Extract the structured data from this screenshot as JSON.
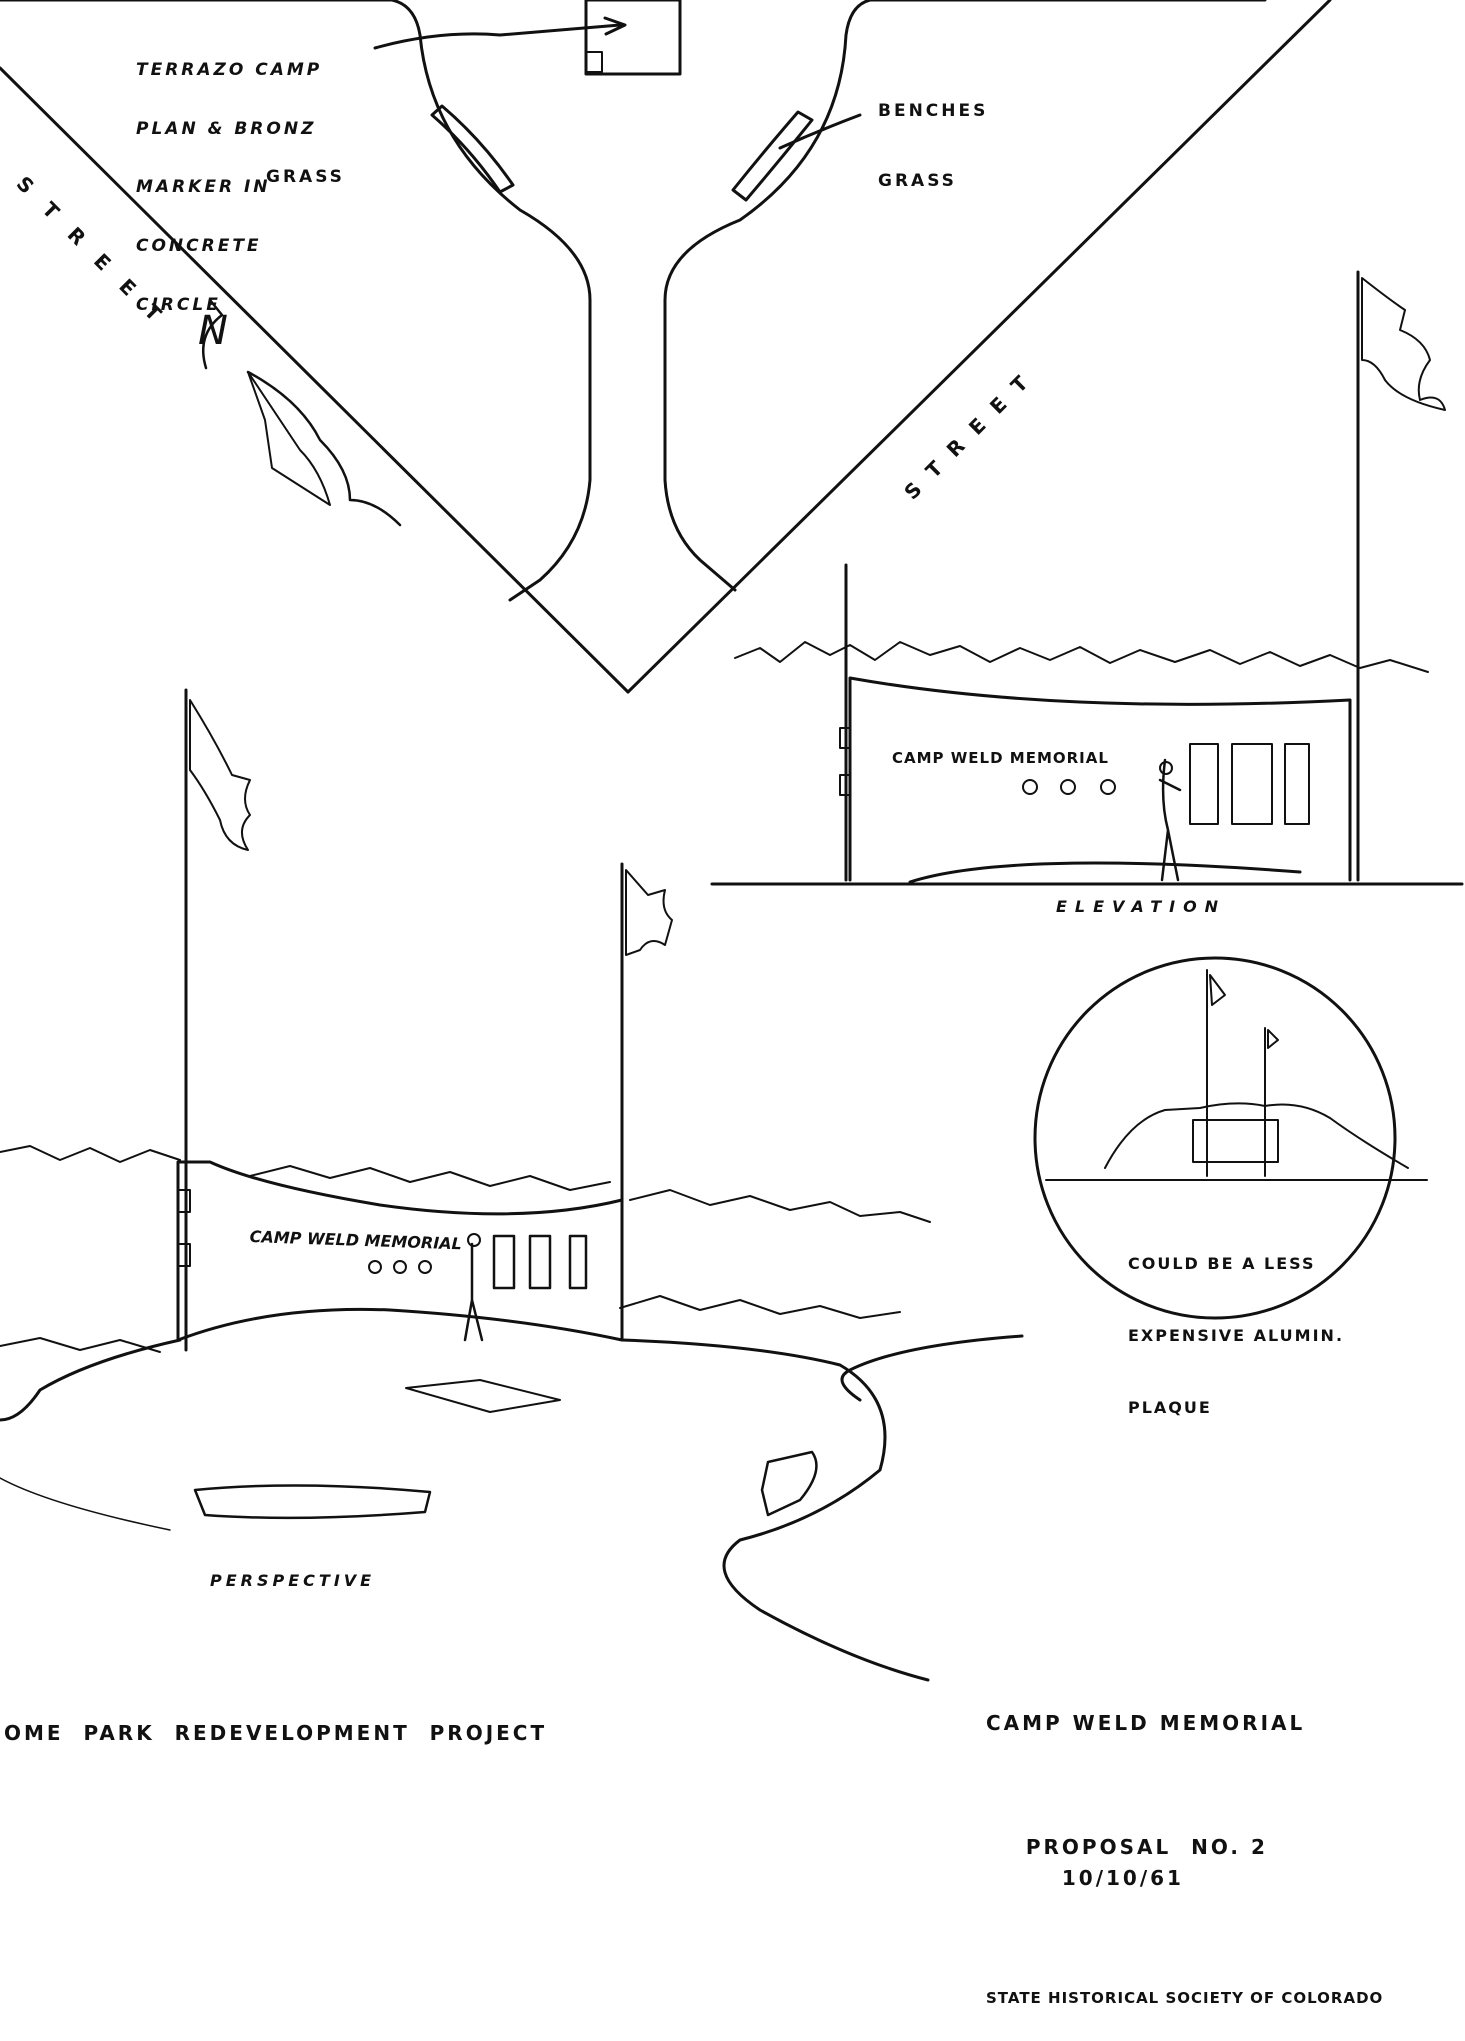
{
  "plan": {
    "terrazo_note": [
      "TERRAZO CAMP",
      "PLAN & BRONZ",
      "MARKER IN",
      "CONCRETE",
      "CIRCLE"
    ],
    "benches_label": "BENCHES",
    "grass_left": "GRASS",
    "grass_right": "GRASS",
    "street_left": "STREET",
    "street_right": "STREET",
    "north_marker": "N"
  },
  "elevation": {
    "sign_text": "CAMP WELD MEMORIAL",
    "caption": "ELEVATION"
  },
  "perspective": {
    "sign_text": "CAMP WELD MEMORIAL",
    "caption": "PERSPECTIVE"
  },
  "alternative": {
    "note": [
      "COULD BE A LESS",
      "EXPENSIVE ALUMIN.",
      "PLAQUE"
    ]
  },
  "title_block": {
    "title": "CAMP WELD MEMORIAL",
    "proposal": "PROPOSAL  NO. 2",
    "date": "10/10/61",
    "organization": "STATE HISTORICAL SOCIETY OF COLORADO"
  },
  "project_label": "OME  PARK  REDEVELOPMENT  PROJECT",
  "colors": {
    "ink": "#111111",
    "paper": "#ffffff"
  }
}
